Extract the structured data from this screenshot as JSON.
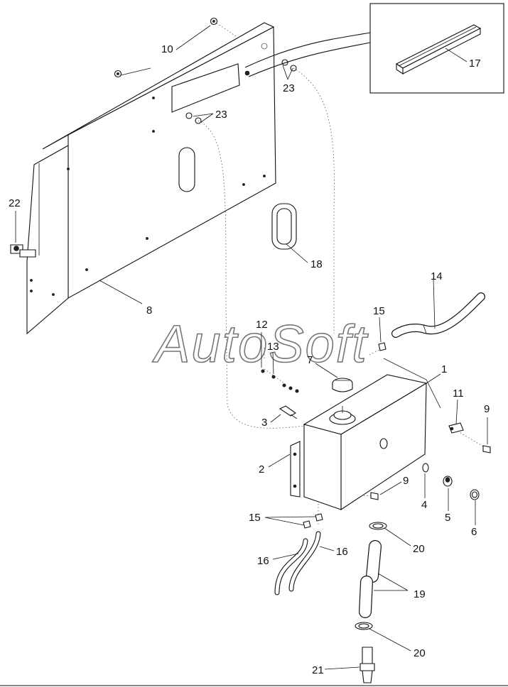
{
  "diagram": {
    "watermark": "AutoSoft",
    "callouts": {
      "c1": "1",
      "c2": "2",
      "c3": "3",
      "c4": "4",
      "c5": "5",
      "c6": "6",
      "c7": "7",
      "c8": "8",
      "c9a": "9",
      "c9b": "9",
      "c10": "10",
      "c11": "11",
      "c12": "12",
      "c13": "13",
      "c14": "14",
      "c15a": "15",
      "c15b": "15",
      "c16a": "16",
      "c16b": "16",
      "c17": "17",
      "c18": "18",
      "c19": "19",
      "c20a": "20",
      "c20b": "20",
      "c21": "21",
      "c22": "22",
      "c23a": "23",
      "c23b": "23"
    }
  }
}
